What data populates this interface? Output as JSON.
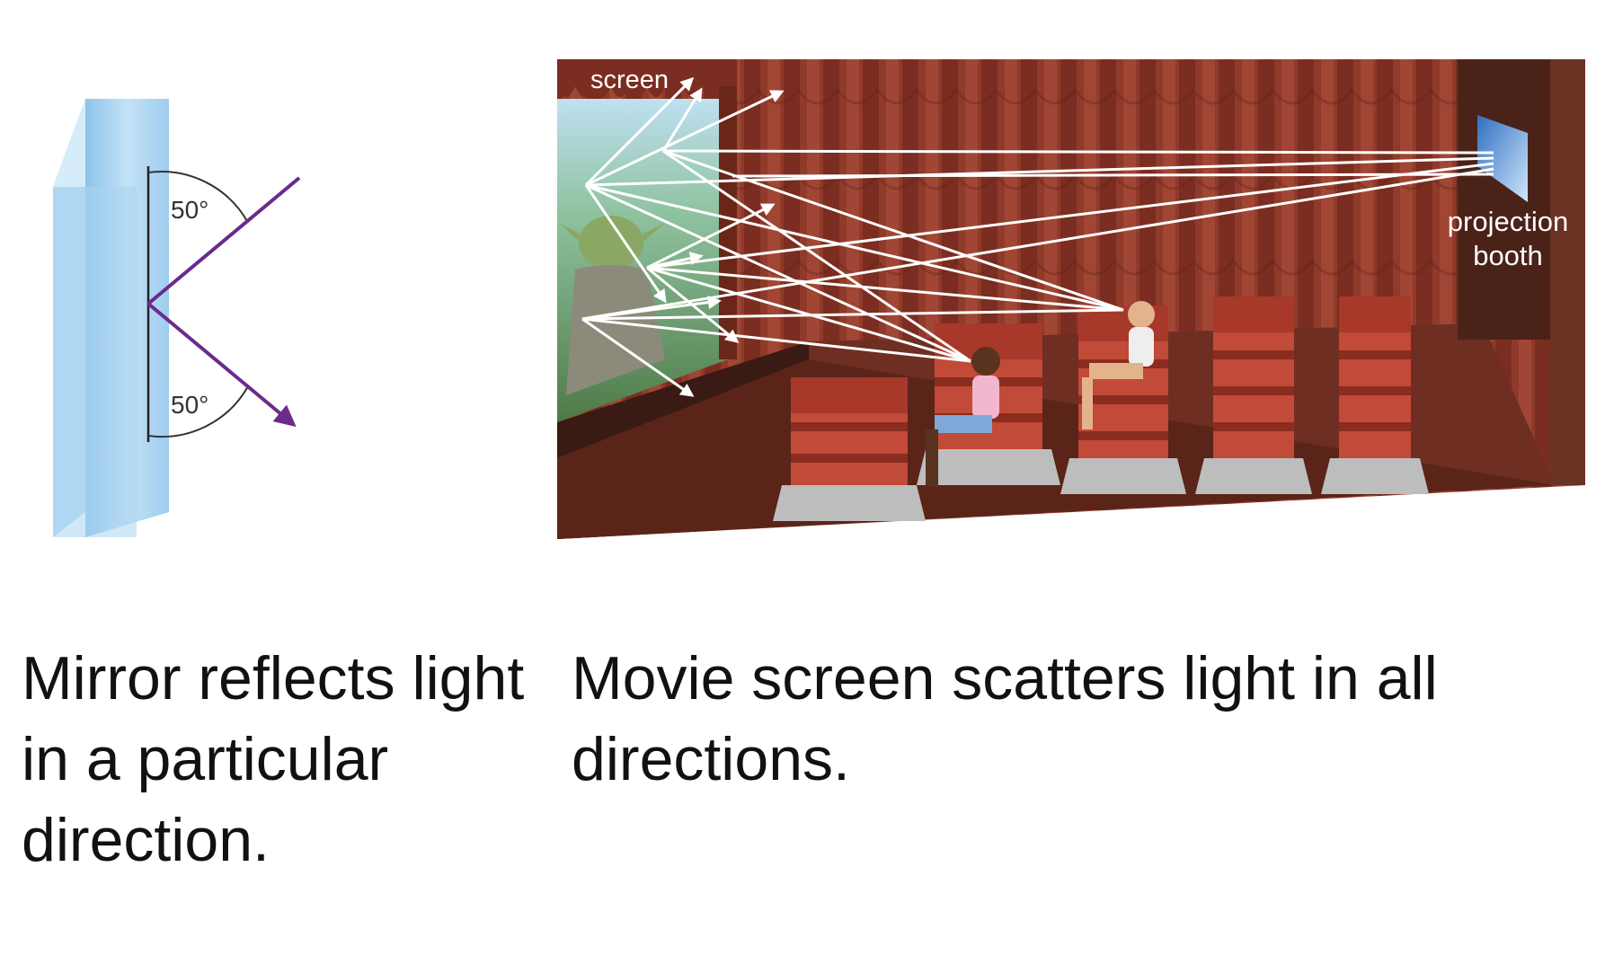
{
  "mirror": {
    "incident_angle_label": "50°",
    "reflected_angle_label": "50°",
    "caption": "Mirror reflects light in a particular direction."
  },
  "theater": {
    "screen_label": "screen",
    "booth_label_line1": "projection",
    "booth_label_line2": "booth",
    "caption": "Movie screen scatters light in all directions."
  },
  "colors": {
    "mirror_glass": "#a9d3f0",
    "ray_purple": "#6b2a8c",
    "curtain_red": "#8f3a2a",
    "floor_brown": "#6e2e22",
    "seat_red": "#a8382a",
    "scattered_ray": "#ffffff"
  }
}
